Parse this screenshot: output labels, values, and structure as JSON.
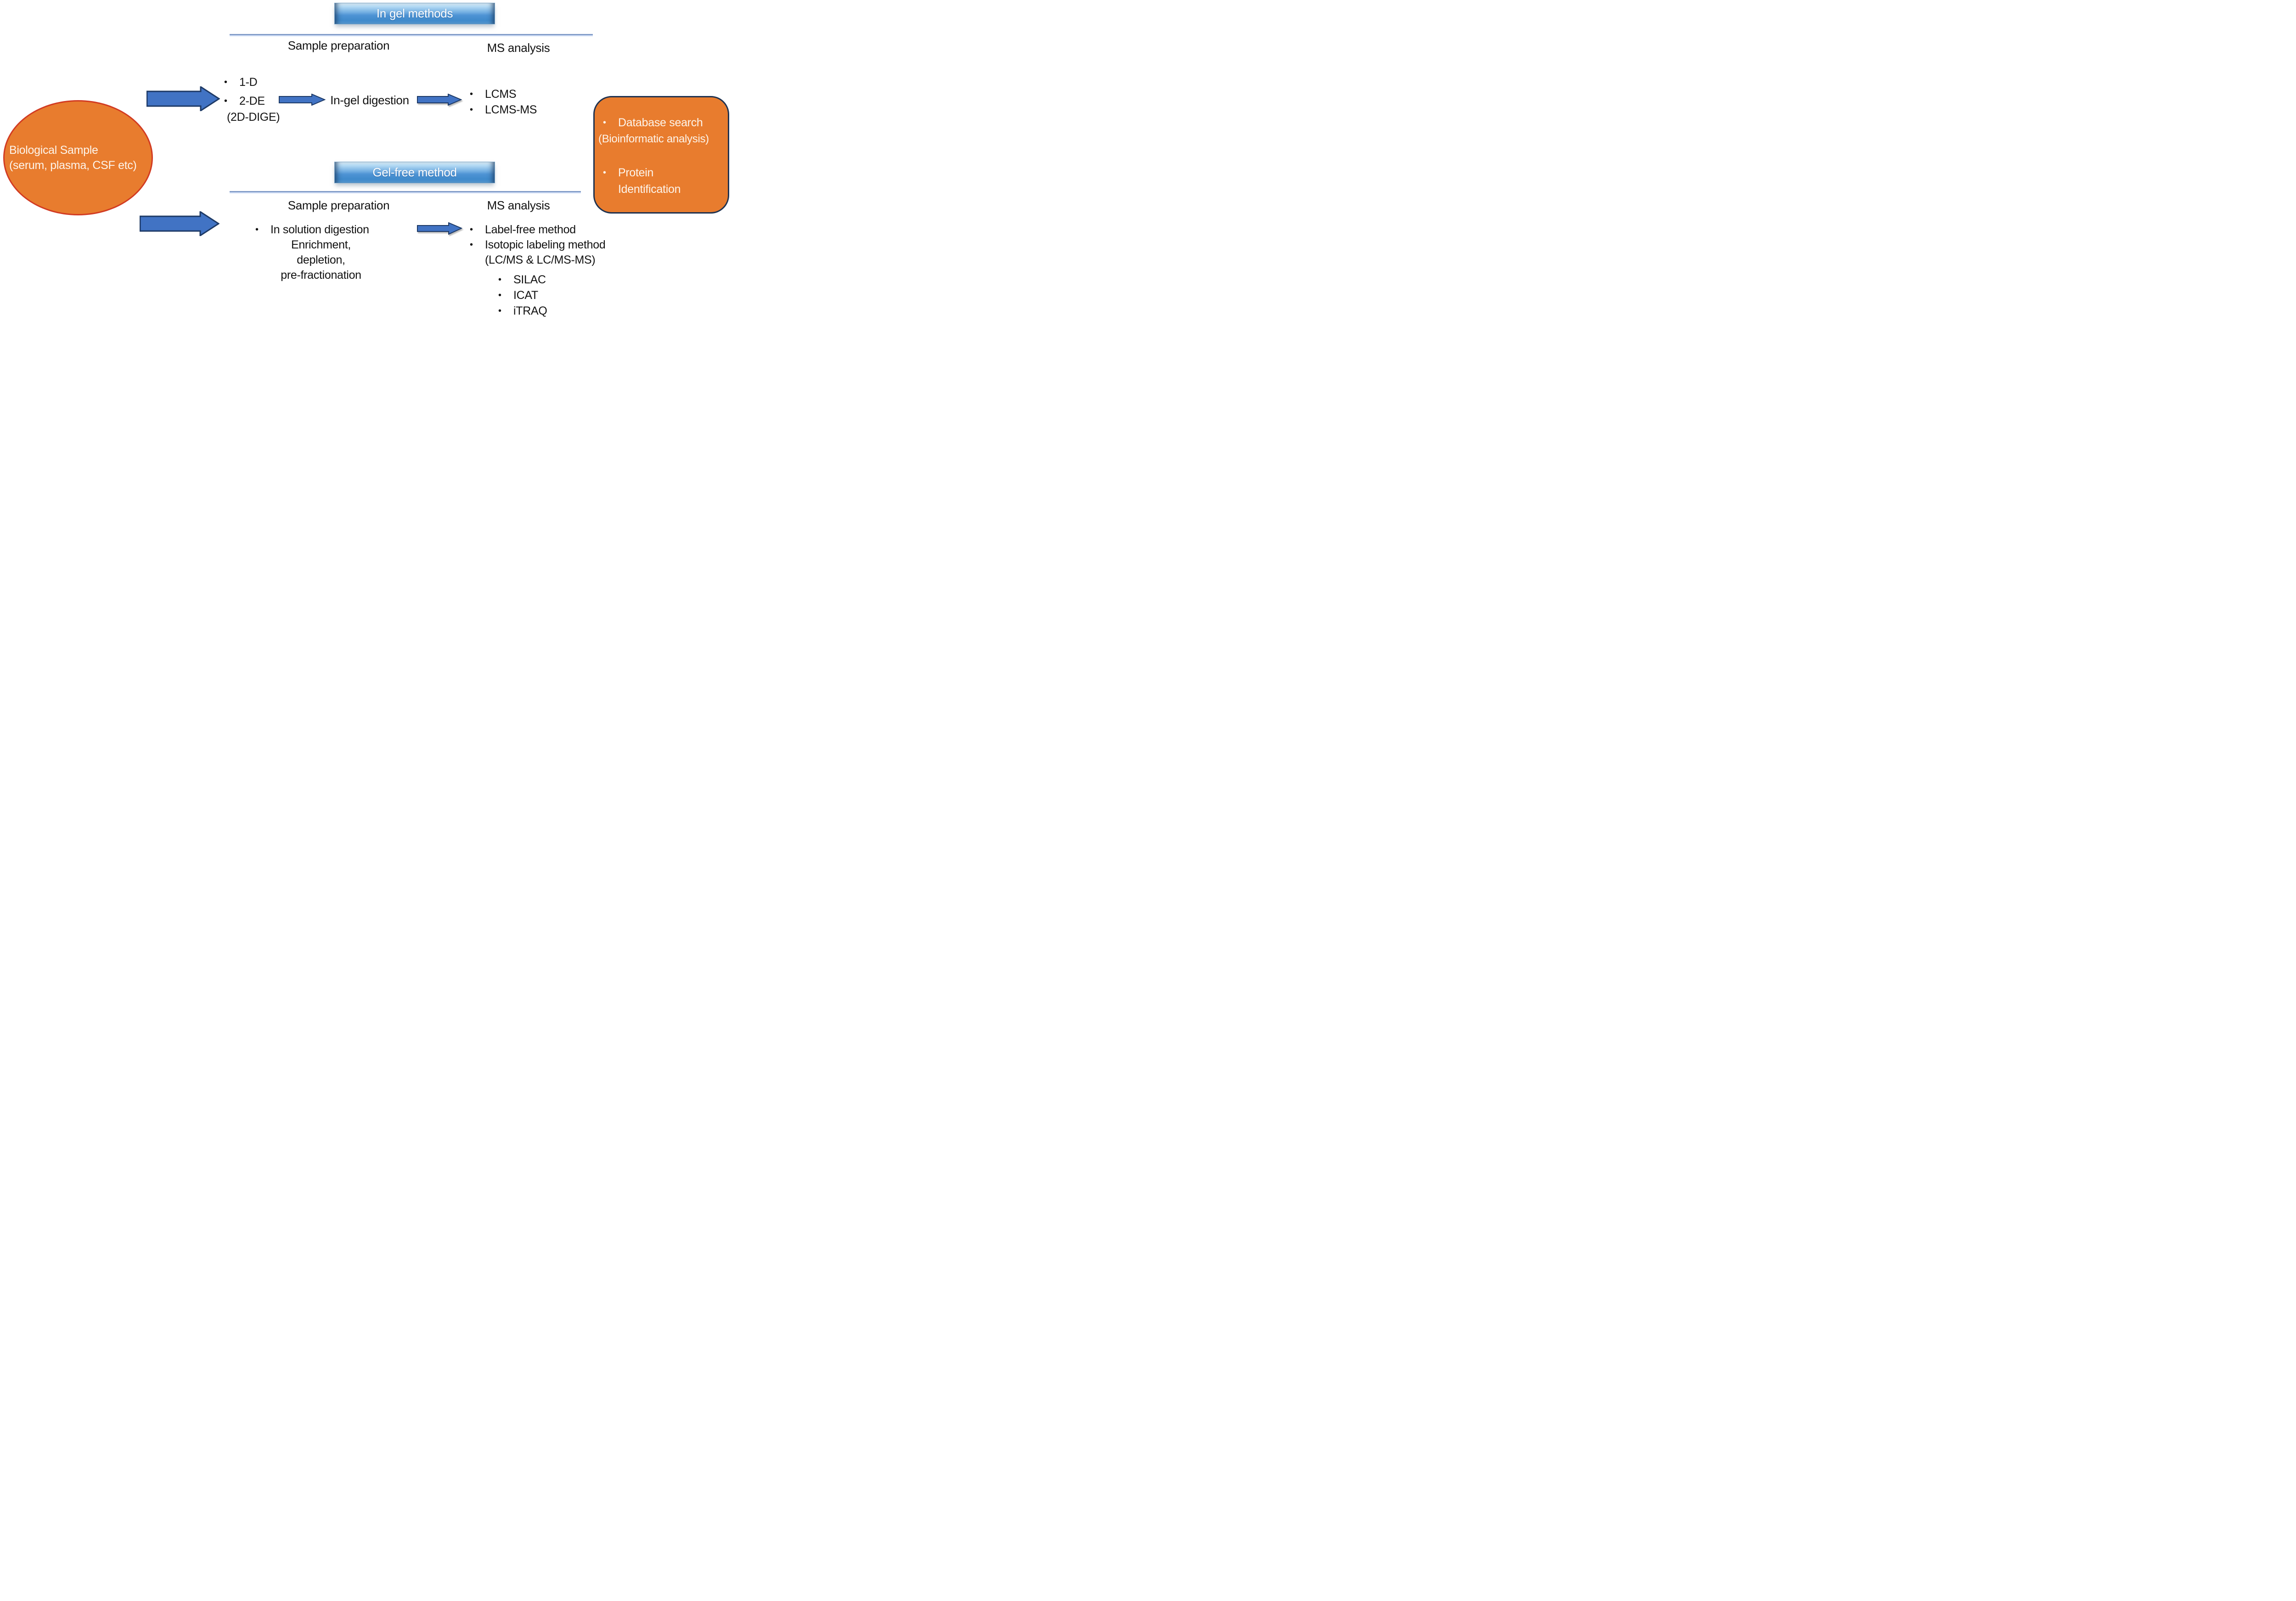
{
  "bullet_char": "•",
  "palette": {
    "arrow_blue": "#4173C4",
    "arrow_border_navy": "#1E3A66",
    "banner_blue": "#4E93D4",
    "rule_dark": "#7B96C4",
    "rule_light": "#CFDDF5",
    "shape_orange": "#E87C2E",
    "ellipse_border_red": "#D23B22",
    "box_border_navy": "#1F3250",
    "text_dark": "#121212",
    "text_light": "#FDF4EA"
  },
  "source": {
    "ellipse": {
      "line1": "Biological Sample",
      "line2": "(serum, plasma, CSF etc)"
    }
  },
  "ingel": {
    "banner": "In gel methods",
    "col1_header": "Sample preparation",
    "col2_header": "MS analysis",
    "prep_items": [
      "1-D",
      "2-DE"
    ],
    "prep_note": "(2D-DIGE)",
    "digestion_label": "In-gel digestion",
    "ms_items": [
      "LCMS",
      "LCMS-MS"
    ]
  },
  "gelfree": {
    "banner": "Gel-free method",
    "col1_header": "Sample preparation",
    "col2_header": "MS analysis",
    "prep_bullet": "In solution digestion",
    "prep_lines": [
      "Enrichment,",
      "depletion,",
      "pre-fractionation"
    ],
    "ms_items": [
      "Label-free method",
      "Isotopic labeling method"
    ],
    "ms_note": "(LC/MS & LC/MS-MS)",
    "ms_subitems": [
      "SILAC",
      "ICAT",
      "iTRAQ"
    ]
  },
  "output": {
    "line1a": "Database search",
    "line1b": "(Bioinformatic analysis)",
    "line2a": "Protein",
    "line2b": "Identification"
  }
}
